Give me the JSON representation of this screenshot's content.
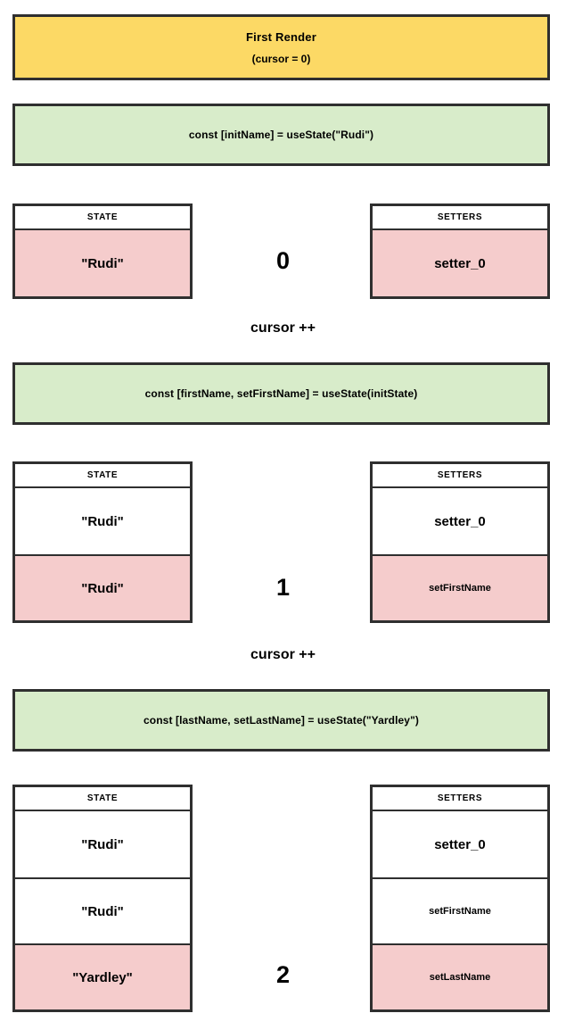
{
  "banner": {
    "title": "First Render",
    "subtitle": "(cursor = 0)"
  },
  "colors": {
    "banner_bg": "#fcd965",
    "code_bg": "#d8ecca",
    "highlight_bg": "#f5cccc",
    "border": "#2f2f2f",
    "page_bg": "#ffffff",
    "text": "#000000"
  },
  "headers": {
    "state": "STATE",
    "setters": "SETTERS"
  },
  "labels": {
    "cursor_increment": "cursor ++"
  },
  "steps": [
    {
      "code": "const [initName] = useState(\"Rudi\")",
      "cursor": "0",
      "state": [
        {
          "value": "\"Rudi\"",
          "highlight": true,
          "size": "lg"
        }
      ],
      "setters": [
        {
          "value": "setter_0",
          "highlight": true,
          "size": "lg"
        }
      ]
    },
    {
      "code": "const [firstName, setFirstName] = useState(initState)",
      "cursor": "1",
      "state": [
        {
          "value": "\"Rudi\"",
          "highlight": false,
          "size": "lg"
        },
        {
          "value": "\"Rudi\"",
          "highlight": true,
          "size": "lg"
        }
      ],
      "setters": [
        {
          "value": "setter_0",
          "highlight": false,
          "size": "lg"
        },
        {
          "value": "setFirstName",
          "highlight": true,
          "size": "sm"
        }
      ]
    },
    {
      "code": "const [lastName, setLastName] = useState(\"Yardley\")",
      "cursor": "2",
      "state": [
        {
          "value": "\"Rudi\"",
          "highlight": false,
          "size": "lg"
        },
        {
          "value": "\"Rudi\"",
          "highlight": false,
          "size": "lg"
        },
        {
          "value": "\"Yardley\"",
          "highlight": true,
          "size": "lg"
        }
      ],
      "setters": [
        {
          "value": "setter_0",
          "highlight": false,
          "size": "lg"
        },
        {
          "value": "setFirstName",
          "highlight": false,
          "size": "sm"
        },
        {
          "value": "setLastName",
          "highlight": true,
          "size": "sm"
        }
      ]
    }
  ]
}
